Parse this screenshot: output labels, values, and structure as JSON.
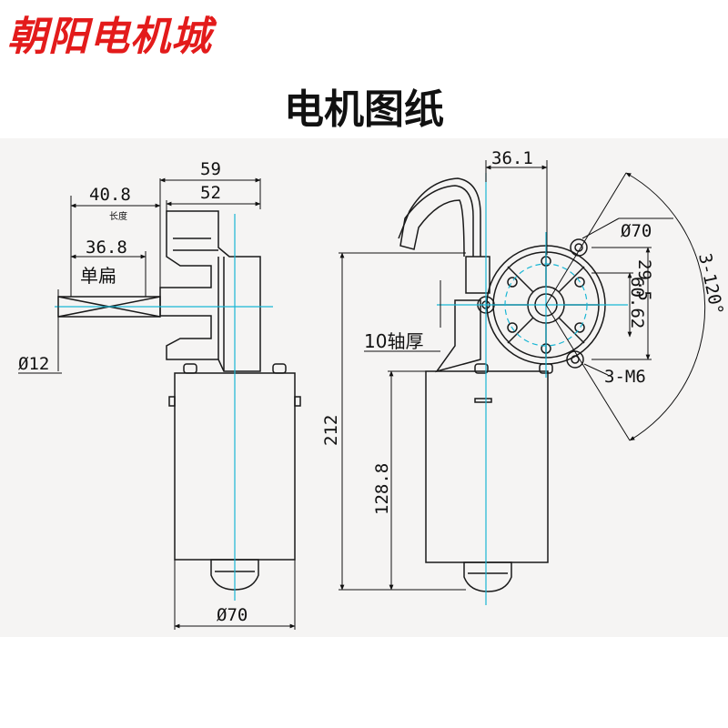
{
  "shop_name": "朝阳电机城",
  "title": "电机图纸",
  "left_view": {
    "dims": {
      "d59": "59",
      "d52": "52",
      "d40_8": "40.8",
      "length_label": "长度",
      "d36_8": "36.8",
      "single_flat": "单扁",
      "shaft_dia": "Ø12",
      "body_dia": "Ø70"
    }
  },
  "right_view": {
    "dims": {
      "d36_1": "36.1",
      "flange_dia": "Ø70",
      "angle": "3-120°",
      "d29_5": "29.5",
      "d60_62": "60.62",
      "shaft_thickness": "10轴厚",
      "holes": "3-M6",
      "total_len": "212",
      "body_len": "128.8"
    }
  },
  "colors": {
    "shop_name": "#e31b1b",
    "centerline": "#19b6d4",
    "outline": "#1a1a1a",
    "panel": "#f5f4f3"
  }
}
